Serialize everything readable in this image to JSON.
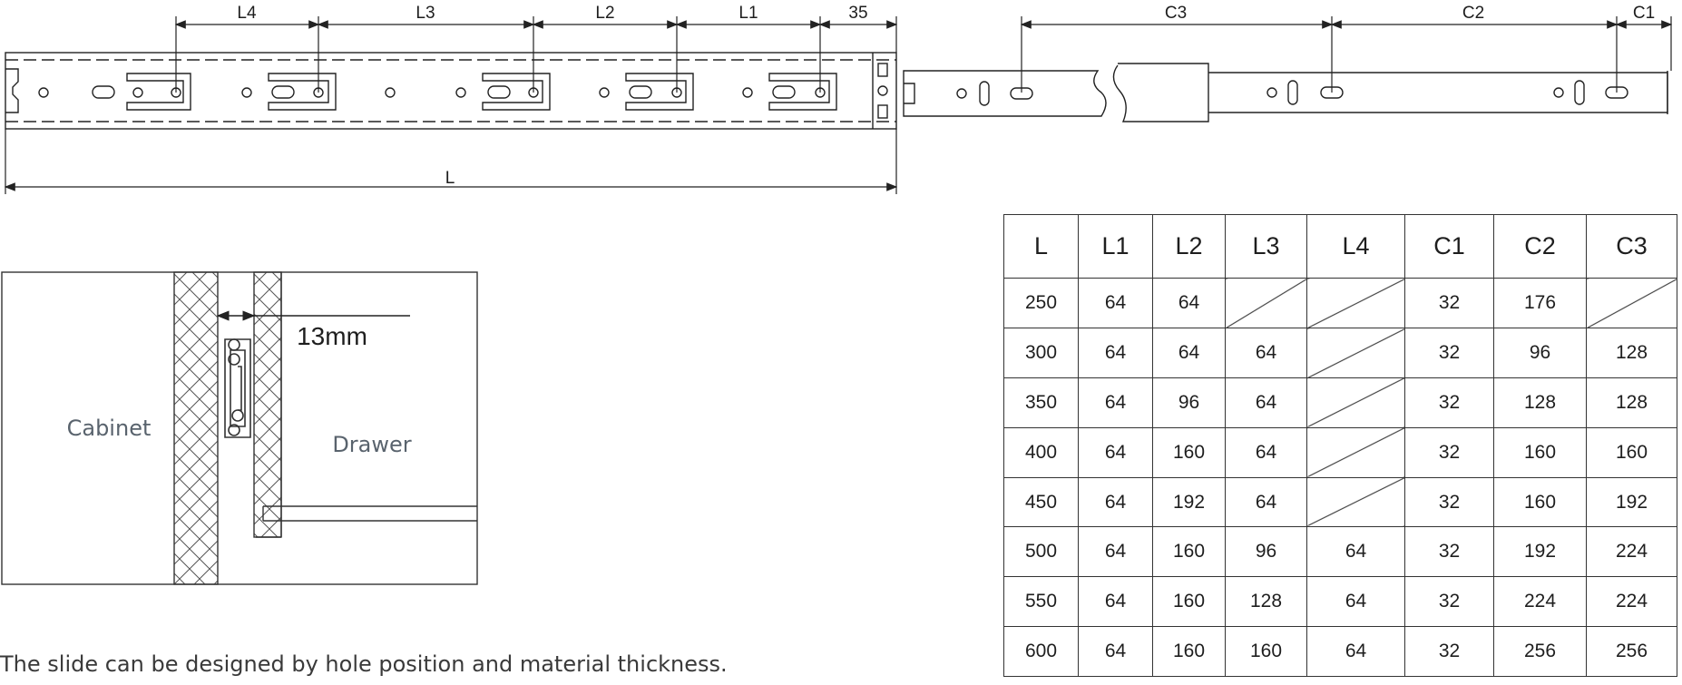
{
  "slide_drawing": {
    "dims_left": [
      "L4",
      "L3",
      "L2",
      "L1",
      "35"
    ],
    "dims_right": [
      "C3",
      "C2",
      "C1"
    ],
    "overall_label": "L"
  },
  "install_section": {
    "gap_label": "13mm",
    "cabinet_label": "Cabinet",
    "drawer_label": "Drawer"
  },
  "spec_table": {
    "headers": [
      "L",
      "L1",
      "L2",
      "L3",
      "L4",
      "C1",
      "C2",
      "C3"
    ],
    "rows": [
      [
        "250",
        "64",
        "64",
        "",
        "",
        "32",
        "176",
        ""
      ],
      [
        "300",
        "64",
        "64",
        "64",
        "",
        "32",
        "96",
        "128"
      ],
      [
        "350",
        "64",
        "96",
        "64",
        "",
        "32",
        "128",
        "128"
      ],
      [
        "400",
        "64",
        "160",
        "64",
        "",
        "32",
        "160",
        "160"
      ],
      [
        "450",
        "64",
        "192",
        "64",
        "",
        "32",
        "160",
        "192"
      ],
      [
        "500",
        "64",
        "160",
        "96",
        "64",
        "32",
        "192",
        "224"
      ],
      [
        "550",
        "64",
        "160",
        "128",
        "64",
        "32",
        "224",
        "224"
      ],
      [
        "600",
        "64",
        "160",
        "160",
        "64",
        "32",
        "256",
        "256"
      ]
    ]
  },
  "caption": "The slide can be designed by hole position and material thickness."
}
